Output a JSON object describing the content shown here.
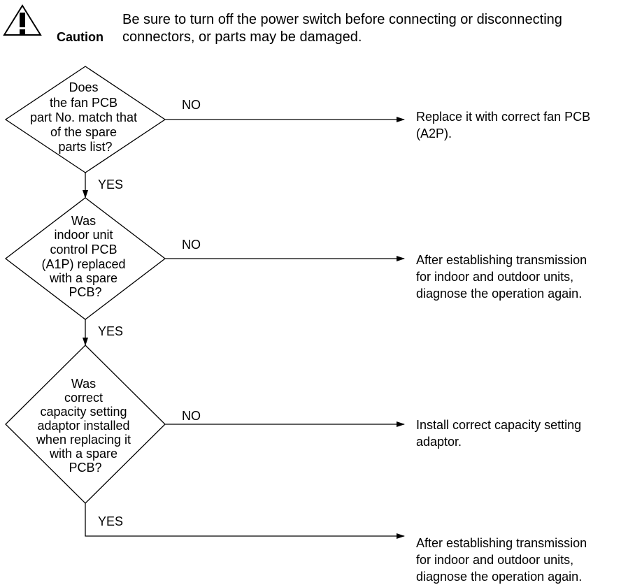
{
  "caution": {
    "icon": "caution-exclamation-icon",
    "label": "Caution",
    "text": "Be sure to turn off the power switch before connecting or disconnecting\nconnectors, or parts may be damaged."
  },
  "decisions": [
    {
      "lines": [
        "Does",
        "the fan PCB",
        "part No. match that",
        "of the spare",
        "parts list?"
      ],
      "no_label": "NO",
      "yes_label": "YES"
    },
    {
      "lines": [
        "Was",
        "indoor unit",
        "control PCB",
        "(A1P) replaced",
        "with a spare",
        "PCB?"
      ],
      "no_label": "NO",
      "yes_label": "YES"
    },
    {
      "lines": [
        "Was",
        "correct",
        "capacity setting",
        "adaptor installed",
        "when replacing it",
        "with a spare",
        "PCB?"
      ],
      "no_label": "NO",
      "yes_label": "YES"
    }
  ],
  "results": [
    "Replace it with correct fan PCB\n(A2P).",
    "After establishing transmission\nfor indoor and outdoor units,\ndiagnose the operation again.",
    "Install correct capacity setting\nadaptor.",
    "After establishing transmission\nfor indoor and outdoor units,\ndiagnose the operation again."
  ],
  "colors": {
    "stroke": "#000000",
    "text": "#000000",
    "background": "#ffffff"
  }
}
